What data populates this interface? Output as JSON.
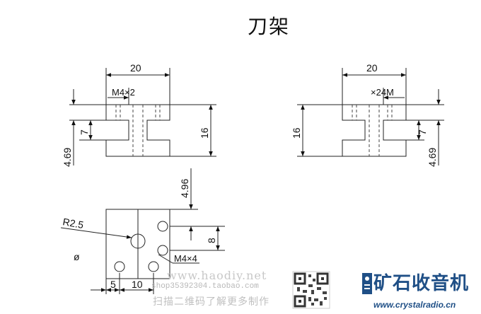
{
  "title": "刀架",
  "left_view": {
    "width_dim": "20",
    "thread_label": "M4×2",
    "height_dim": "16",
    "slot_dim": "7",
    "offset_dim": "4.69"
  },
  "right_view": {
    "width_dim": "20",
    "thread_label": "×24M",
    "height_dim": "16",
    "slot_dim": "7",
    "offset_dim": "4.69"
  },
  "top_view": {
    "top_offset_dim": "4.96",
    "spacing_dim": "8",
    "radius_label": "R2.5",
    "thread_label": "M4×4",
    "diameter_symbol": "ø",
    "bottom_dim_1": "5",
    "bottom_dim_2": "10"
  },
  "watermark": {
    "site": "www.haodiy.net",
    "shop": "shop35392304.taobao.com",
    "scan_text": "扫描二维码了解更多制作"
  },
  "brand": {
    "name": "矿石收音机",
    "url": "www.crystalradio.cn",
    "color": "#1f4f86"
  }
}
